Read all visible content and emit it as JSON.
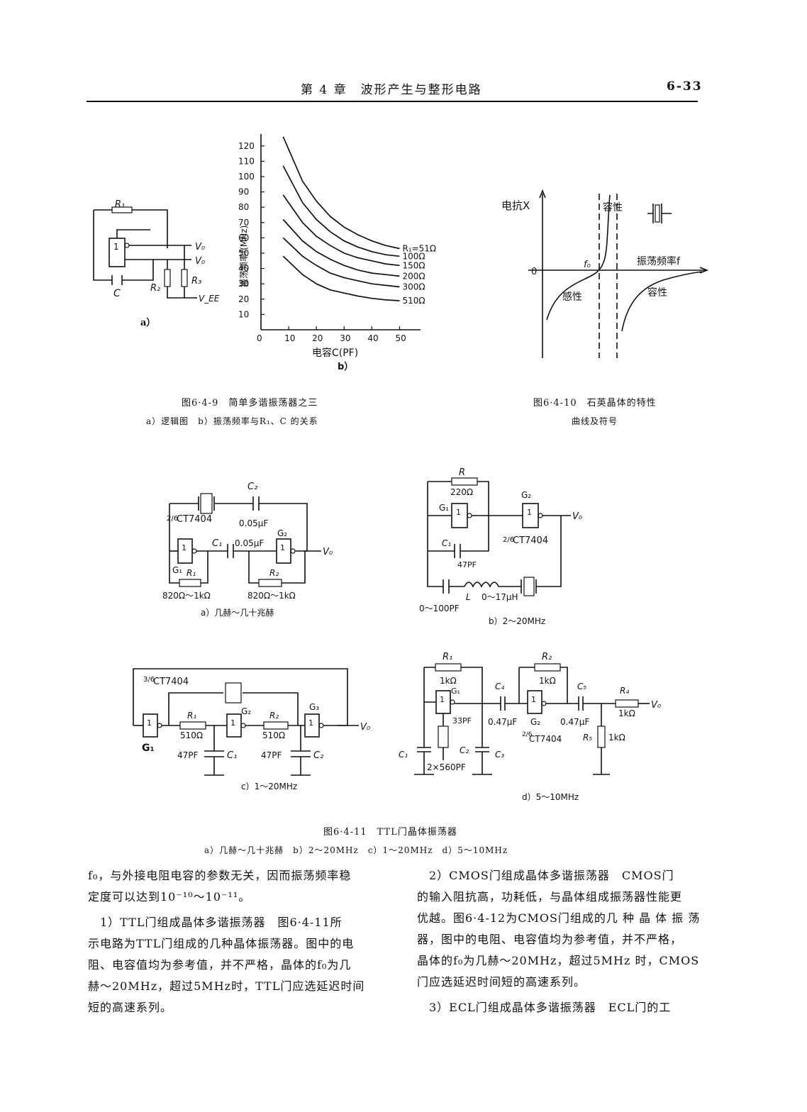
{
  "header": {
    "chapter": "第 4 章　波形产生与整形电路",
    "page_num": "6-33"
  },
  "fig9": {
    "a_label": "a）",
    "b_label": "b）",
    "circuit_labels": {
      "r1": "R₁",
      "vo1": "V₀",
      "vo2": "V₀",
      "r2": "R₂",
      "r3": "R₃",
      "c": "C",
      "vee": "V_EE",
      "gate": "1"
    },
    "caption_title": "图6·4-9　简单多谐振荡器之三",
    "caption_sub": "a）逻辑图　b）振荡频率与R₁、C 的关系"
  },
  "fig10": {
    "caption_title": "图6·4-10　石英晶体的特性",
    "caption_sub": "曲线及符号",
    "labels": {
      "yaxis": "电抗X",
      "xaxis": "振荡频率f",
      "zero": "0",
      "f0": "f₀",
      "capacitive_top": "容性",
      "inductive": "感性",
      "capacitive_bottom": "容性"
    }
  },
  "fig11": {
    "caption_title": "图6·4-11　TTL门晶体振荡器",
    "caption_sub": "a）几赫～几十兆赫　b）2～20MHz　c）1～20MHz　d）5～10MHz",
    "a": {
      "c2": "C₂",
      "c2v": "0.05μF",
      "ic": "CT7404",
      "frac": "2/6",
      "c1": "C₁",
      "c1v": "0.05μF",
      "g1": "G₁",
      "g2": "G₂",
      "r1": "R₁",
      "r1v": "820Ω～1kΩ",
      "r2": "R₂",
      "r2v": "820Ω～1kΩ",
      "vo": "V₀",
      "one": "1",
      "sub": "a）几赫～几十兆赫"
    },
    "b": {
      "r": "R",
      "rv": "220Ω",
      "g1": "G₁",
      "g2": "G₂",
      "ic": "CT7404",
      "frac": "2/6",
      "c1": "C₁",
      "c1v": "47PF",
      "cv": "0～100PF",
      "l": "L",
      "lv": "0～17μH",
      "vo": "V₀",
      "one": "1",
      "sub": "b）2～20MHz"
    },
    "c": {
      "ic": "CT7404",
      "frac": "3/6",
      "r1": "R₁",
      "r1v": "510Ω",
      "r2": "R₂",
      "r2v": "510Ω",
      "g1": "G₁",
      "g2": "G₂",
      "g3": "G₃",
      "c1": "C₁",
      "c2": "C₂",
      "cv1": "47PF",
      "cv2": "47PF",
      "vo": "V₀",
      "one": "1",
      "sub": "c）1～20MHz"
    },
    "d": {
      "r1": "R₁",
      "r1v": "1kΩ",
      "r2": "R₂",
      "r2v": "1kΩ",
      "c4": "C₄",
      "c4v": "0.47μF",
      "c5": "C₅",
      "c5v": "0.47μF",
      "r4": "R₄",
      "r4v": "1kΩ",
      "r5": "R₅",
      "r5v": "1kΩ",
      "g1": "G₁",
      "g2": "G₂",
      "c1": "C₁",
      "c2": "C₂",
      "c3": "C₃",
      "c2v": "33PF",
      "cv": "2×560PF",
      "ic": "CT7404",
      "frac": "2/6",
      "vo": "V₀",
      "one": "1",
      "sub": "d）5～10MHz"
    }
  },
  "chart_data": {
    "type": "line",
    "title": "",
    "xlabel": "电容C(PF)",
    "ylabel": "振荡频率f(MHz)",
    "xlim": [
      0,
      55
    ],
    "ylim": [
      0,
      125
    ],
    "xticks": [
      "0",
      "10",
      "20",
      "30",
      "40",
      "50"
    ],
    "yticks": [
      "10",
      "20",
      "30",
      "40",
      "50",
      "60",
      "70",
      "80",
      "90",
      "100",
      "110",
      "120"
    ],
    "series": [
      {
        "name": "R₁=51Ω",
        "x": [
          8,
          15,
          20,
          25,
          30,
          35,
          40,
          45,
          50
        ],
        "y": [
          126,
          97,
          84,
          74,
          67,
          62,
          58,
          55,
          53
        ]
      },
      {
        "name": "100Ω",
        "x": [
          8,
          15,
          20,
          25,
          30,
          35,
          40,
          45,
          50
        ],
        "y": [
          107,
          83,
          72,
          64,
          58,
          54,
          51,
          49,
          48
        ]
      },
      {
        "name": "150Ω",
        "x": [
          8,
          15,
          20,
          25,
          30,
          35,
          40,
          45,
          50
        ],
        "y": [
          88,
          70,
          61,
          55,
          50,
          47,
          45,
          43,
          42
        ]
      },
      {
        "name": "200Ω",
        "x": [
          8,
          15,
          20,
          25,
          30,
          35,
          40,
          45,
          50
        ],
        "y": [
          72,
          58,
          51,
          46,
          42,
          39,
          37,
          36,
          35
        ]
      },
      {
        "name": "300Ω",
        "x": [
          8,
          15,
          20,
          25,
          30,
          35,
          40,
          45,
          50
        ],
        "y": [
          60,
          48,
          42,
          37,
          34,
          32,
          30,
          29,
          28
        ]
      },
      {
        "name": "510Ω",
        "x": [
          8,
          15,
          20,
          25,
          30,
          35,
          40,
          45,
          50
        ],
        "y": [
          48,
          36,
          30,
          26,
          24,
          22,
          20.5,
          19.5,
          19
        ]
      }
    ]
  },
  "body": {
    "left": [
      "f₀，与外接电阻电容的参数无关，因而振荡频率稳",
      "定度可以达到10⁻¹⁰～10⁻¹¹。",
      "　1）TTL门组成晶体多谐振荡器　图6·4-11所",
      "示电路为TTL门组成的几种晶体振荡器。图中的电",
      "阻、电容值均为参考值，并不严格，晶体的f₀为几",
      "赫～20MHz，超过5MHz时，TTL门应选延迟时间",
      "短的高速系列。"
    ],
    "right": [
      "　2）CMOS门组成晶体多谐振荡器　CMOS门",
      "的输入阻抗高，功耗低，与晶体组成振荡器性能更",
      "优越。图6·4-12为CMOS门组成的几 种 晶 体 振 荡",
      "器，图中的电阻、电容值均为参考值，并不严格，",
      "晶体的f₀为几赫～20MHz，超过5MHz 时，CMOS",
      "门应选延迟时间短的高速系列。",
      "　3）ECL门组成晶体多谐振荡器　ECL门的工"
    ]
  }
}
